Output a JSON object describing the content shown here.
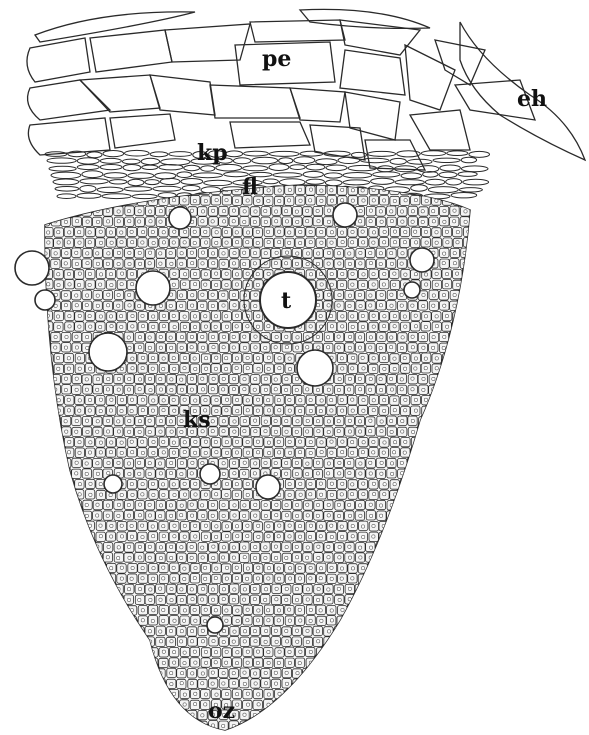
{
  "colors": {
    "ink": "#2a2a2a",
    "paper": "#ffffff",
    "cell_shade": "#f4f4f4"
  },
  "labels": {
    "periderm": "pe",
    "epidermal_hair": "eh",
    "cambium": "kp",
    "phloem": "fl",
    "tracheid": "t",
    "xylem": "ks",
    "origin_zone": "oz"
  }
}
